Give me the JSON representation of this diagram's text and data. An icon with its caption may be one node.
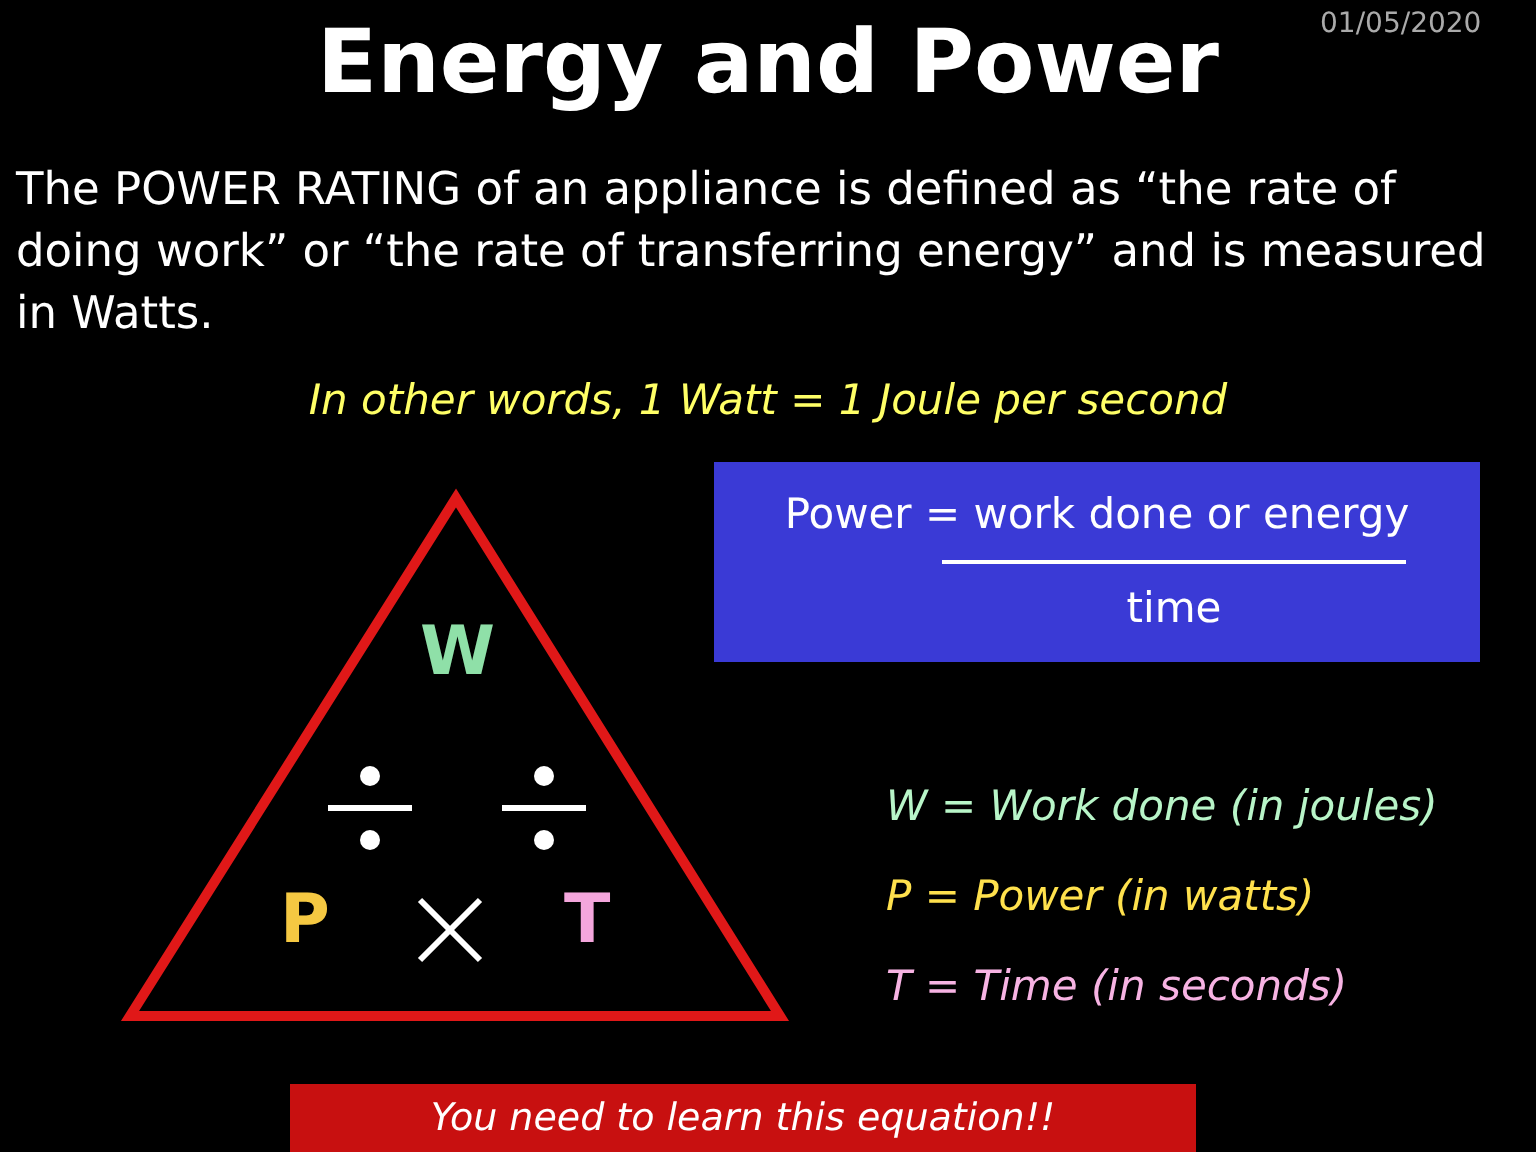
{
  "diagram": {
    "title": "Energy and Power",
    "nodes": [
      {
        "text": [
          "W",
          "P",
          "T"
        ]
      },
      {
        "text": [
          "Power = work done or energy",
          "time"
        ]
      },
      {
        "text": [
          "You need to learn this equation!!"
        ]
      }
    ],
    "labels": [
      "01/05/2020",
      "The POWER RATING of an appliance is defined as “the rate of doing work” or “the rate of transferring energy” and is measured in Watts.",
      "In other words, 1 Watt = 1 Joule per second",
      "W = Work done (in joules)",
      "P = Power (in watts)",
      "T = Time (in seconds)"
    ]
  }
}
